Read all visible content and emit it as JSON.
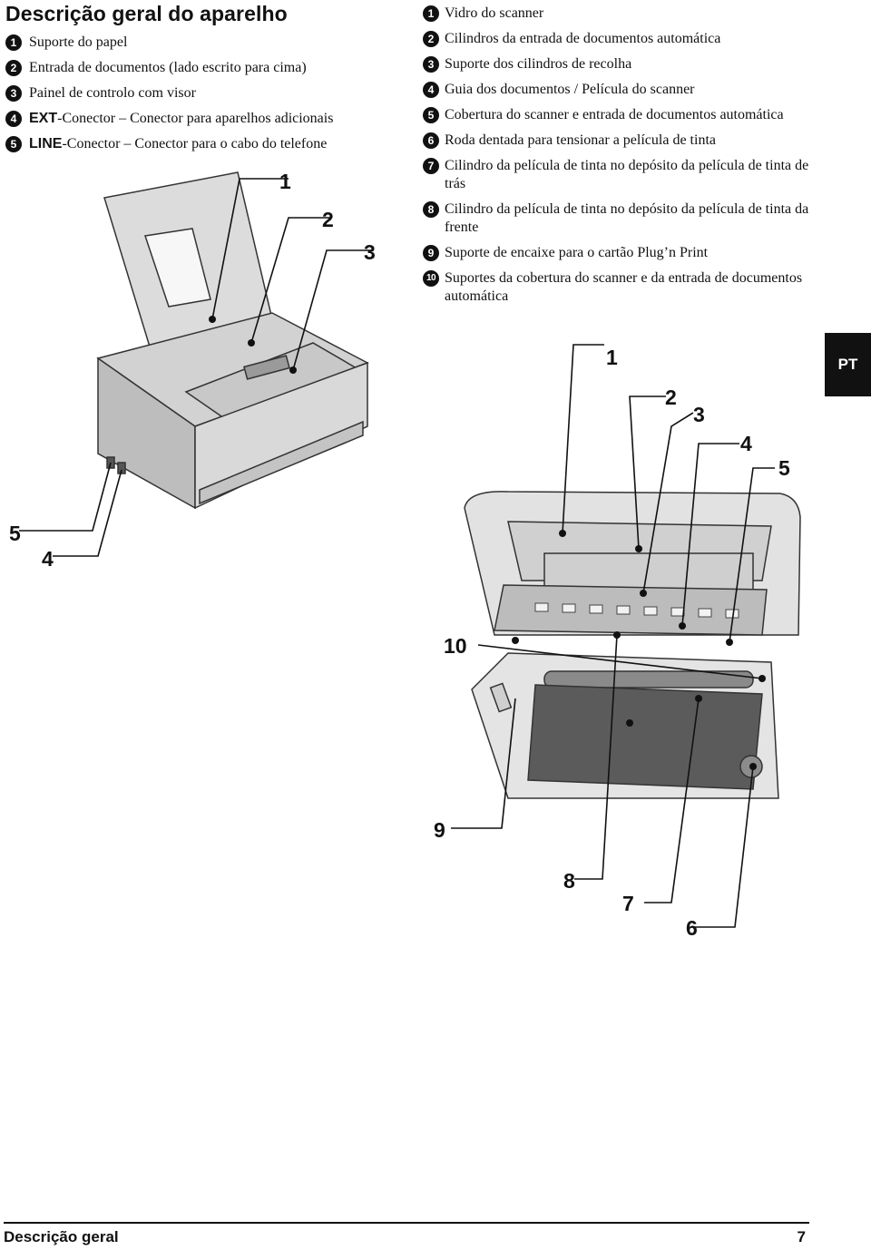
{
  "title": "Descrição geral do aparelho",
  "left_list": [
    {
      "num": "1",
      "text": "Suporte do papel"
    },
    {
      "num": "2",
      "text": "Entrada de documentos (lado escrito para cima)"
    },
    {
      "num": "3",
      "text": "Painel de controlo com visor"
    },
    {
      "num": "4",
      "keyword": "EXT",
      "text": "-Conector – Conector para aparelhos adicionais"
    },
    {
      "num": "5",
      "keyword": "LINE",
      "text": "-Conector – Conector para o cabo do telefone"
    }
  ],
  "right_list": [
    {
      "num": "1",
      "text": "Vidro do scanner"
    },
    {
      "num": "2",
      "text": "Cilindros da entrada de documentos automática"
    },
    {
      "num": "3",
      "text": "Suporte dos cilindros de recolha"
    },
    {
      "num": "4",
      "text": "Guia dos documentos / Película do scanner"
    },
    {
      "num": "5",
      "text": "Cobertura do scanner e entrada de documentos automática"
    },
    {
      "num": "6",
      "text": "Roda dentada para tensionar a película de tinta"
    },
    {
      "num": "7",
      "text": "Cilindro da película de tinta no depósito da película de tinta de trás"
    },
    {
      "num": "8",
      "text": "Cilindro da película de tinta no depósito da película de tinta da frente"
    },
    {
      "num": "9",
      "text": "Suporte de encaixe para o cartão Plug’n Print"
    },
    {
      "num": "10",
      "text": "Suportes da cobertura do scanner e da entrada de documentos automática"
    }
  ],
  "language_tab": "PT",
  "diagram_top": {
    "callouts": [
      "1",
      "2",
      "3",
      "5",
      "4"
    ]
  },
  "diagram_bottom": {
    "callouts": [
      "1",
      "2",
      "3",
      "4",
      "5",
      "10",
      "9",
      "8",
      "7",
      "6"
    ]
  },
  "footer": {
    "section": "Descrição geral",
    "page": "7"
  }
}
